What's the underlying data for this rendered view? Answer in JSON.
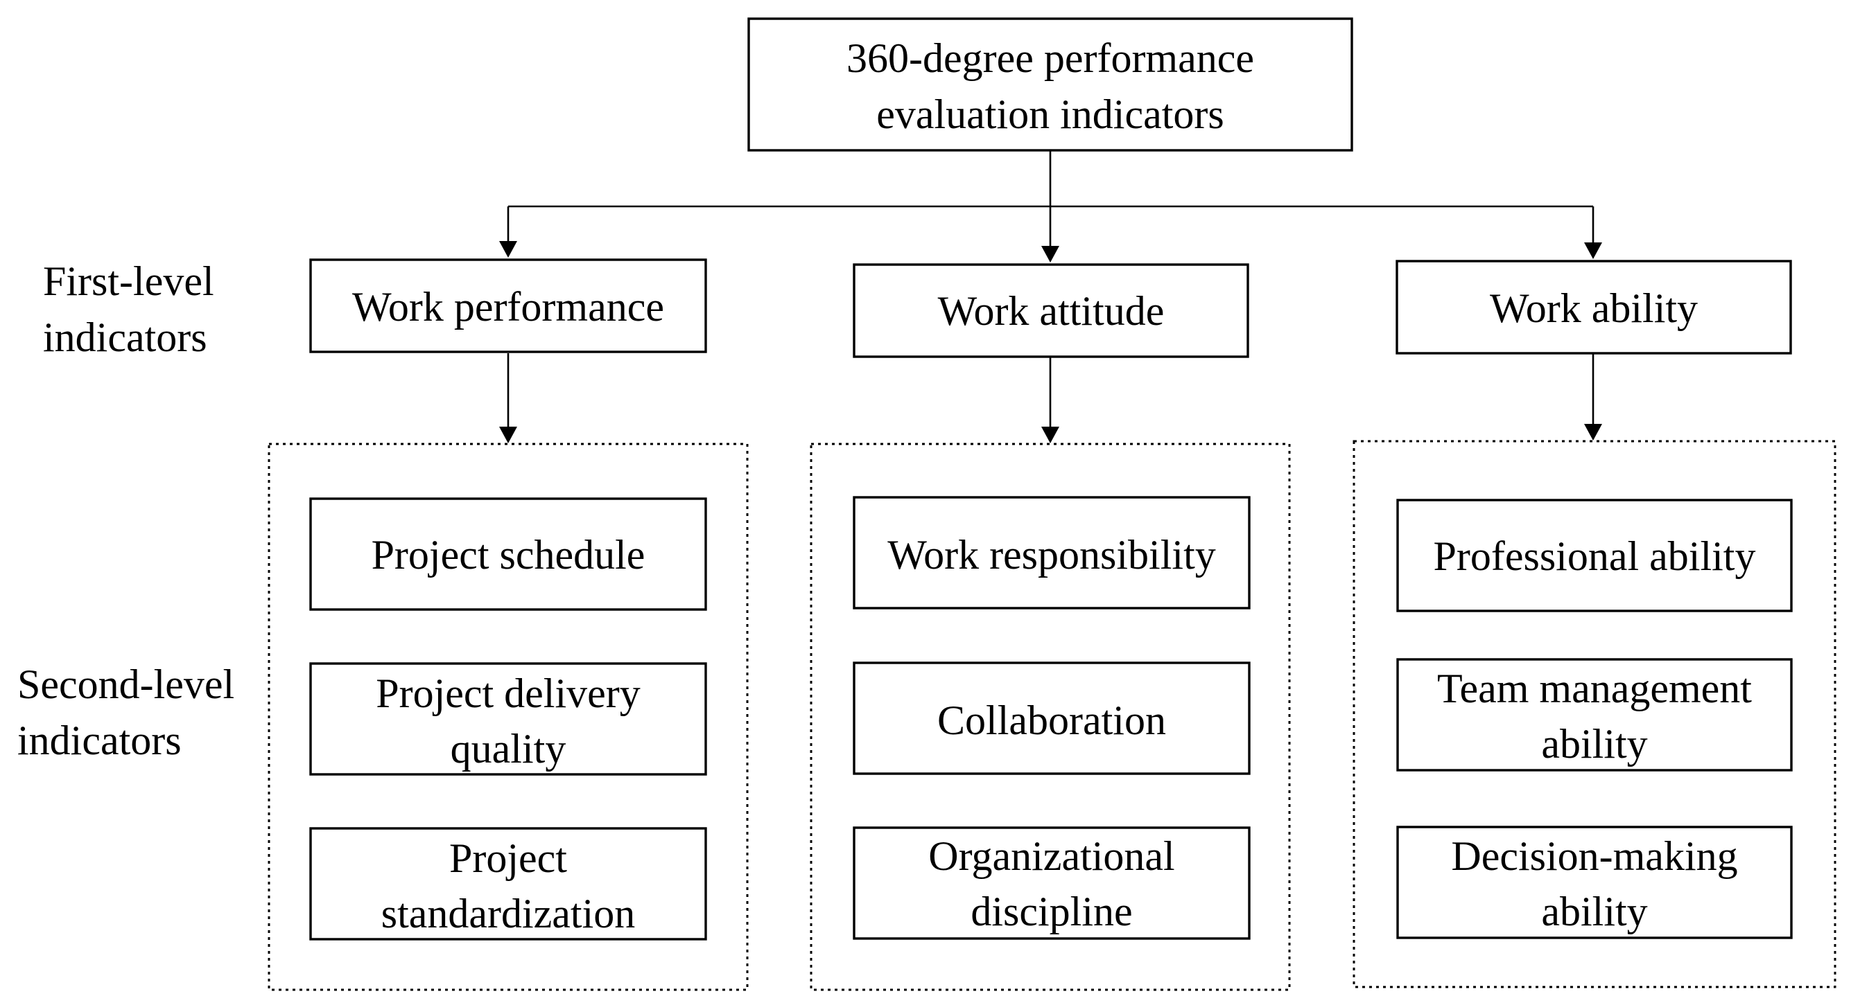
{
  "root": {
    "lines": [
      "360-degree performance",
      "evaluation indicators"
    ]
  },
  "level_labels": {
    "first": [
      "First-level",
      "indicators"
    ],
    "second": [
      "Second-level",
      "indicators"
    ]
  },
  "first_level": [
    {
      "label": "Work performance",
      "children": [
        {
          "lines": [
            "Project schedule"
          ]
        },
        {
          "lines": [
            "Project delivery",
            "quality"
          ]
        },
        {
          "lines": [
            "Project",
            "standardization"
          ]
        }
      ]
    },
    {
      "label": "Work attitude",
      "children": [
        {
          "lines": [
            "Work responsibility"
          ]
        },
        {
          "lines": [
            "Collaboration"
          ]
        },
        {
          "lines": [
            "Organizational",
            "discipline"
          ]
        }
      ]
    },
    {
      "label": "Work ability",
      "children": [
        {
          "lines": [
            "Professional ability"
          ]
        },
        {
          "lines": [
            "Team management",
            "ability"
          ]
        },
        {
          "lines": [
            "Decision-making",
            "ability"
          ]
        }
      ]
    }
  ],
  "colors": {
    "stroke": "#000000",
    "background": "#ffffff"
  }
}
